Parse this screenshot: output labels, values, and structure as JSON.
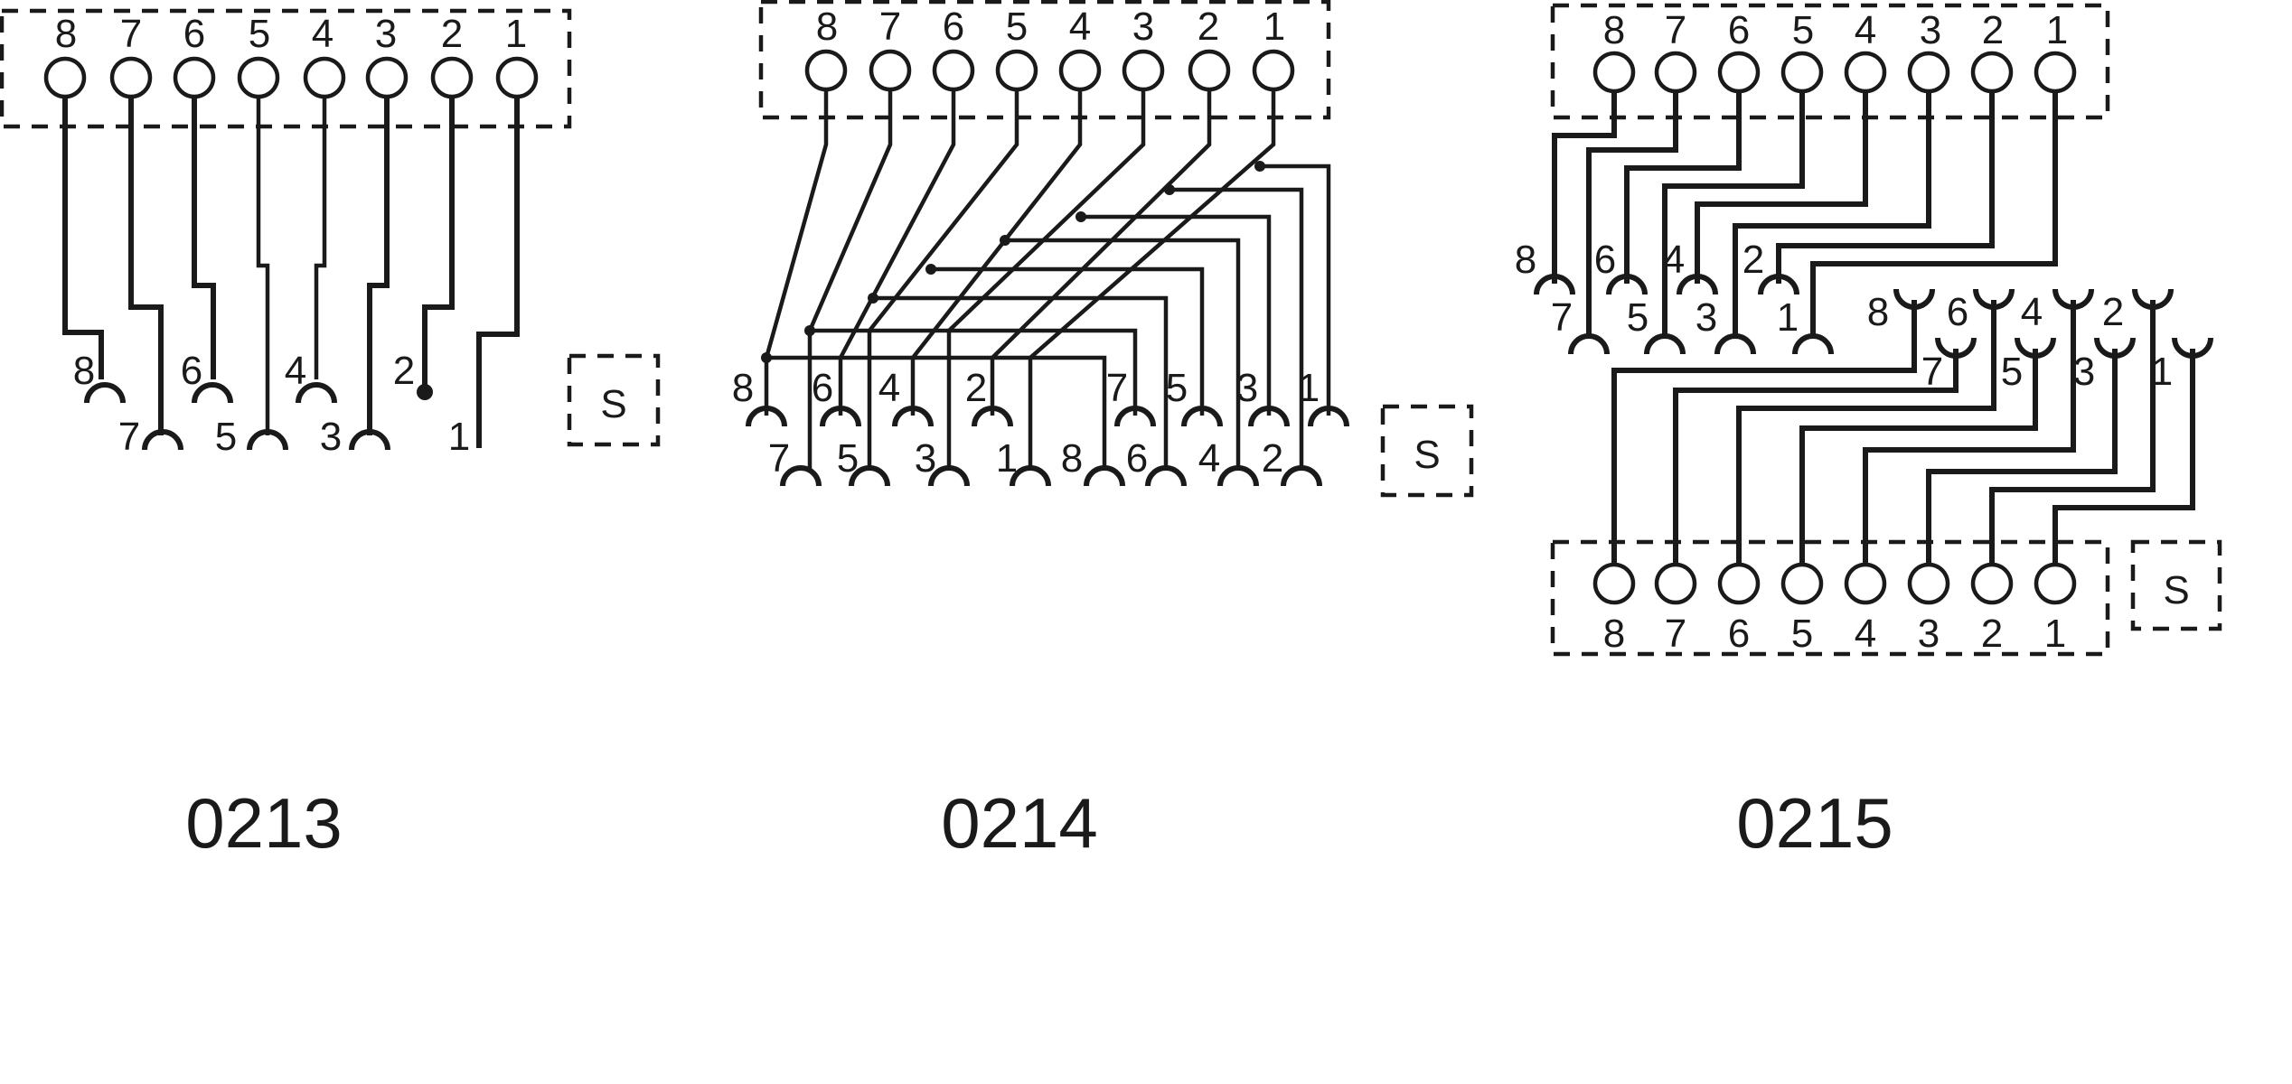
{
  "diagrams": [
    {
      "id": "0213",
      "caption": "0213",
      "top_pins": [
        "8",
        "7",
        "6",
        "5",
        "4",
        "3",
        "2",
        "1"
      ],
      "outputs": [
        "8",
        "7",
        "6",
        "5",
        "4",
        "3",
        "2",
        "1"
      ],
      "shield": "S"
    },
    {
      "id": "0214",
      "caption": "0214",
      "top_pins": [
        "8",
        "7",
        "6",
        "5",
        "4",
        "3",
        "2",
        "1"
      ],
      "upper_outputs": [
        "8",
        "6",
        "4",
        "2",
        "7",
        "5",
        "3",
        "1"
      ],
      "lower_outputs": [
        "7",
        "5",
        "3",
        "1",
        "8",
        "6",
        "4",
        "2"
      ],
      "shield": "S"
    },
    {
      "id": "0215",
      "caption": "0215",
      "top_pins": [
        "8",
        "7",
        "6",
        "5",
        "4",
        "3",
        "2",
        "1"
      ],
      "left_outputs_upper": [
        "8",
        "6",
        "4",
        "2"
      ],
      "left_outputs_lower": [
        "7",
        "5",
        "3",
        "1"
      ],
      "right_outputs_upper": [
        "8",
        "6",
        "4",
        "2"
      ],
      "right_outputs_lower": [
        "7",
        "5",
        "3",
        "1"
      ],
      "bottom_pins": [
        "8",
        "7",
        "6",
        "5",
        "4",
        "3",
        "2",
        "1"
      ],
      "shield": "S"
    }
  ]
}
